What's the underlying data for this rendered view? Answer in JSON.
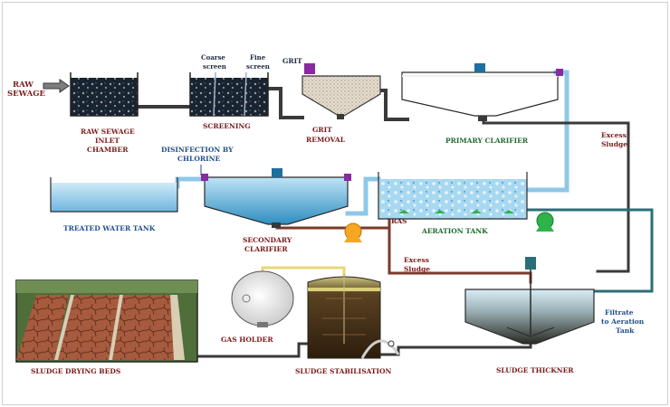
{
  "labels": {
    "raw_sewage_1": "RAW",
    "raw_sewage_2": "SEWAGE",
    "inlet_1": "RAW SEWAGE",
    "inlet_2": "INLET",
    "inlet_3": "CHAMBER",
    "coarse_1": "Coarse",
    "coarse_2": "screen",
    "fine_1": "Fine",
    "fine_2": "screen",
    "screening": "SCREENING",
    "grit_top": "GRIT",
    "grit_removal_1": "GRIT",
    "grit_removal_2": "REMOVAL",
    "primary_clarifier": "PRIMARY CLARIFIER",
    "excess_sludge_top_1": "Excess",
    "excess_sludge_top_2": "Sludge",
    "disinfection_1": "DISINFECTION BY",
    "disinfection_2": "CHLORINE",
    "treated_water_tank": "TREATED WATER TANK",
    "secondary_clarifier_1": "SECONDARY",
    "secondary_clarifier_2": "CLARIFIER",
    "ras": "RAS",
    "aeration_tank": "AERATION TANK",
    "excess_sludge_mid_1": "Excess",
    "excess_sludge_mid_2": "Sludge",
    "gas_holder": "GAS HOLDER",
    "sludge_drying_beds": "SLUDGE DRYING BEDS",
    "sludge_stabilisation": "SLUDGE STABILISATION",
    "sludge_thickner": "SLUDGE THICKNER",
    "filtrate_1": "Filtrate",
    "filtrate_2": "to Aeration",
    "filtrate_3": "Tank"
  },
  "colors": {
    "process_label": "#7a1a1a",
    "stage_label_green": "#1f6b2a",
    "blue_label": "#1f4e8c",
    "pipe_dark": "#3a3a3a",
    "pipe_blue": "#8ec8e8",
    "pipe_teal": "#2a6e78",
    "pump_orange": "#f5a623",
    "pump_green": "#2db34a"
  }
}
